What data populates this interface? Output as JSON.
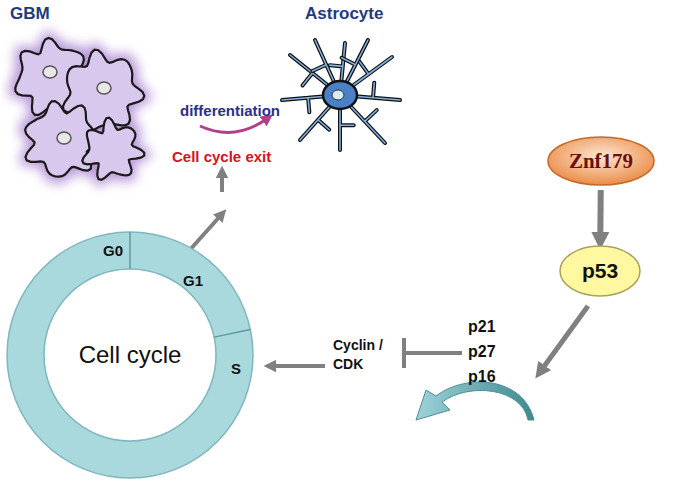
{
  "diagram": {
    "nodes": [
      {
        "text": [
          "Znf179"
        ]
      },
      {
        "text": [
          "p53"
        ]
      },
      {
        "text": [
          "Cell cycle",
          "G0",
          "G1",
          "S"
        ]
      }
    ],
    "edges": [
      {
        "from": 0,
        "to": 1,
        "arrow": "to"
      }
    ],
    "labels": [
      "GBM",
      "Astrocyte",
      "differentiation",
      "Cell cycle exit",
      "p21",
      "p27",
      "p16",
      "Cyclin / CDK"
    ]
  }
}
